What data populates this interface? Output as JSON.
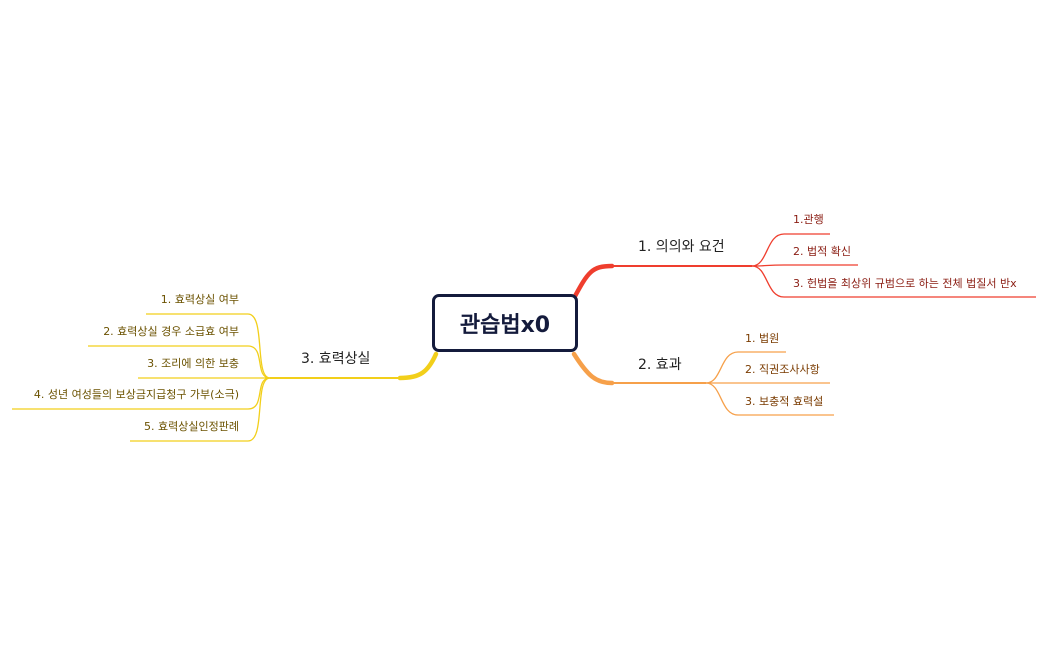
{
  "mindmap": {
    "root": {
      "label": "관습법x0"
    },
    "branches": [
      {
        "id": "b1",
        "label": "1. 의의와 요건",
        "color": "#ef3e2e",
        "children": [
          "1.관행",
          "2. 법적 확신",
          "3. 헌법을 최상위 규범으로 하는 전체 법질서 반x"
        ]
      },
      {
        "id": "b2",
        "label": "2. 효과",
        "color": "#f6a04a",
        "children": [
          "1. 법원",
          "2. 직권조사사항",
          "3. 보충적 효력설"
        ]
      },
      {
        "id": "b3",
        "label": "3. 효력상실",
        "color": "#f2cf1a",
        "children": [
          "1. 효력상실 여부",
          "2. 효력상실 경우 소급효 여부",
          "3. 조리에 의한 보충",
          "4. 성년 여성들의 보상금지급청구 가부(소극)",
          "5. 효력상실인정판례"
        ]
      }
    ]
  }
}
